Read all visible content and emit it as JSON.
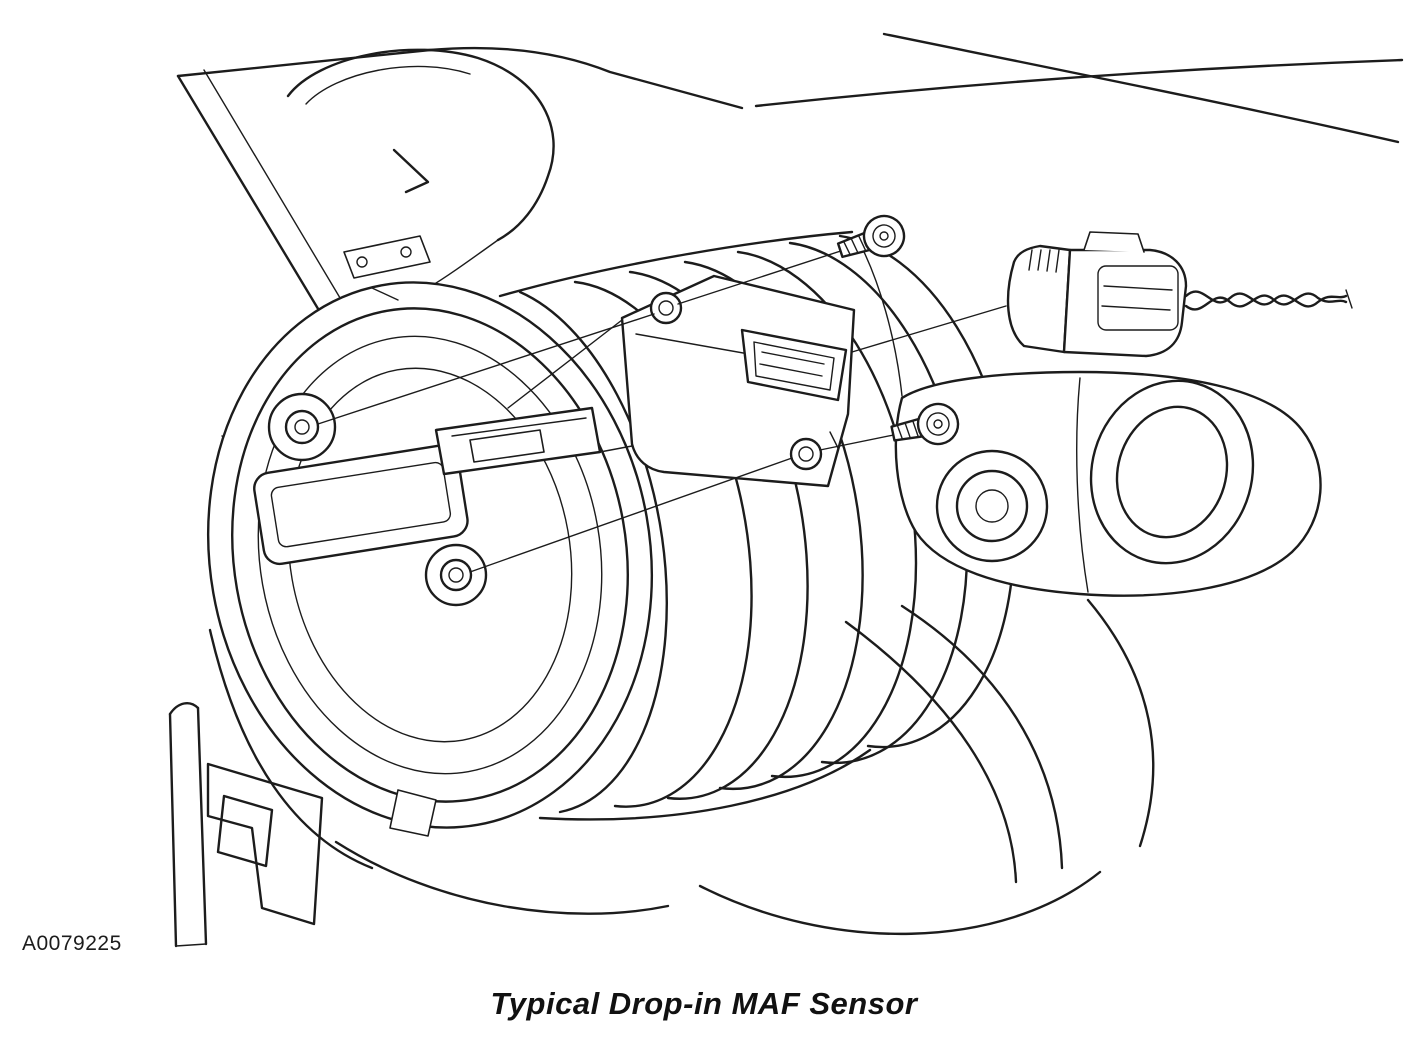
{
  "figure": {
    "id": "A0079225",
    "caption": "Typical Drop-in MAF Sensor",
    "ink_color": "#1c1c1c",
    "paper_color": "#ffffff",
    "parts": [
      "air-cleaner-housing",
      "air-intake-bellows",
      "flange-gasket",
      "maf-sensor",
      "mounting-screw-top",
      "mounting-screw-bottom",
      "electrical-connector",
      "wiring-harness",
      "throttle-body-housing",
      "body-panel"
    ]
  }
}
